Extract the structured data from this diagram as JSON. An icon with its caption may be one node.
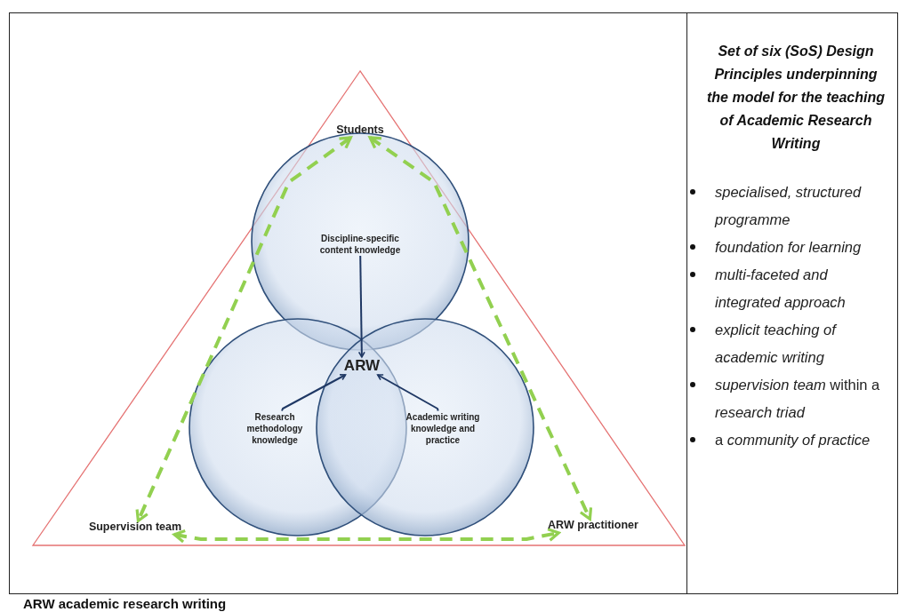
{
  "diagram": {
    "caption": "ARW academic research writing",
    "nodes": [
      {
        "text": [
          "Students"
        ]
      },
      {
        "text": [
          "Supervision team"
        ]
      },
      {
        "text": [
          "ARW practitioner"
        ]
      },
      {
        "text": [
          "Discipline-specific content knowledge"
        ]
      },
      {
        "text": [
          "ARW"
        ]
      },
      {
        "text": [
          "Research methodology knowledge"
        ]
      },
      {
        "text": [
          "Academic writing knowledge and practice"
        ]
      }
    ],
    "edges": [
      {
        "from": 0,
        "to": 1,
        "arrow": "both",
        "style": "dashed",
        "color": "#92d050"
      },
      {
        "from": 0,
        "to": 2,
        "arrow": "both",
        "style": "dashed",
        "color": "#92d050"
      },
      {
        "from": 1,
        "to": 2,
        "arrow": "both",
        "style": "dashed",
        "color": "#92d050"
      },
      {
        "from": 3,
        "to": 4,
        "arrow": "to",
        "color": "#1f3864"
      },
      {
        "from": 5,
        "to": 4,
        "arrow": "to",
        "color": "#1f3864"
      },
      {
        "from": 6,
        "to": 4,
        "arrow": "to",
        "color": "#1f3864"
      }
    ],
    "labels": [
      "Set of six (SoS) Design Principles underpinning the model for the teaching of Academic Research Writing",
      "specialised, structured programme",
      "foundation for learning",
      "multi-faceted and integrated approach",
      "explicit teaching of academic writing",
      "*supervision team* within a *research triad*",
      "a *community of practice*"
    ]
  }
}
